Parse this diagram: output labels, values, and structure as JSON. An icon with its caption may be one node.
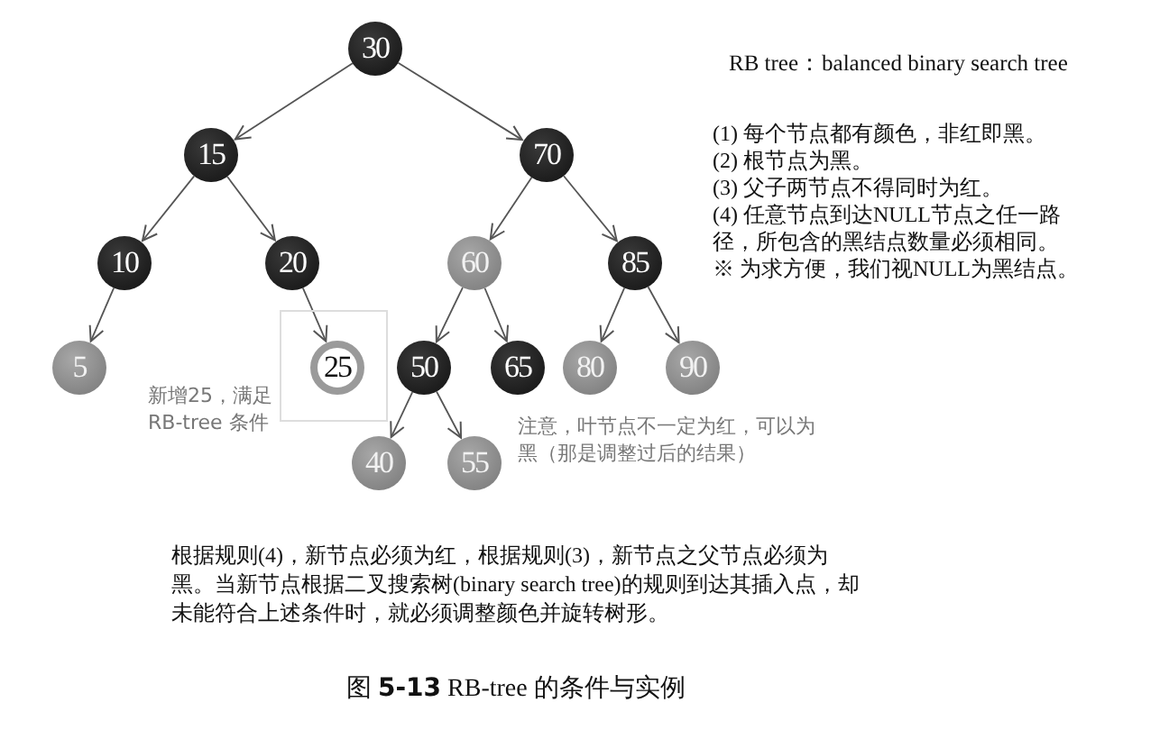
{
  "diagram": {
    "title": "RB tree：balanced binary search tree",
    "caption": "图 **5-13** RB-tree 的条件与实例",
    "nodes": [
      {
        "text": [
          "30"
        ]
      },
      {
        "text": [
          "15"
        ]
      },
      {
        "text": [
          "70"
        ]
      },
      {
        "text": [
          "10"
        ]
      },
      {
        "text": [
          "20"
        ]
      },
      {
        "text": [
          "60"
        ]
      },
      {
        "text": [
          "85"
        ]
      },
      {
        "text": [
          "5"
        ]
      },
      {
        "text": [
          "25"
        ],
        "beside": [
          "新增25，满足 RB-tree 条件"
        ]
      },
      {
        "text": [
          "50"
        ]
      },
      {
        "text": [
          "65"
        ]
      },
      {
        "text": [
          "80"
        ]
      },
      {
        "text": [
          "90"
        ]
      },
      {
        "text": [
          "40"
        ]
      },
      {
        "text": [
          "55"
        ]
      }
    ],
    "edges": [
      {
        "from": 0,
        "to": 1,
        "arrow": "to"
      },
      {
        "from": 0,
        "to": 2,
        "arrow": "to"
      },
      {
        "from": 1,
        "to": 3,
        "arrow": "to"
      },
      {
        "from": 1,
        "to": 4,
        "arrow": "to"
      },
      {
        "from": 2,
        "to": 5,
        "arrow": "to"
      },
      {
        "from": 2,
        "to": 6,
        "arrow": "to"
      },
      {
        "from": 3,
        "to": 7,
        "arrow": "to"
      },
      {
        "from": 4,
        "to": 8,
        "arrow": "to"
      },
      {
        "from": 5,
        "to": 9,
        "arrow": "to"
      },
      {
        "from": 5,
        "to": 10,
        "arrow": "to"
      },
      {
        "from": 6,
        "to": 11,
        "arrow": "to"
      },
      {
        "from": 6,
        "to": 12,
        "arrow": "to"
      },
      {
        "from": 9,
        "to": 13,
        "arrow": "to"
      },
      {
        "from": 9,
        "to": 14,
        "arrow": "to"
      }
    ],
    "labels": [
      "(1) 每个节点都有颜色，非红即黑。",
      "(2) 根节点为黑。",
      "(3) 父子两节点不得同时为红。",
      "(4) 任意节点到达NULL节点之任一路径，所包含的黑结点数量必须相同。",
      "※ 为求方便，我们视NULL为黑结点。",
      "注意，叶节点不一定为红，可以为黑（那是调整过后的结果）",
      "根据规则(4)，新节点必须为红，根据规则(3)，新节点之父节点必须为黑。当新节点根据二叉搜索树(binary search tree)的规则到达其插入点，却未能符合上述条件时，就必须调整颜色并旋转树形。"
    ]
  }
}
